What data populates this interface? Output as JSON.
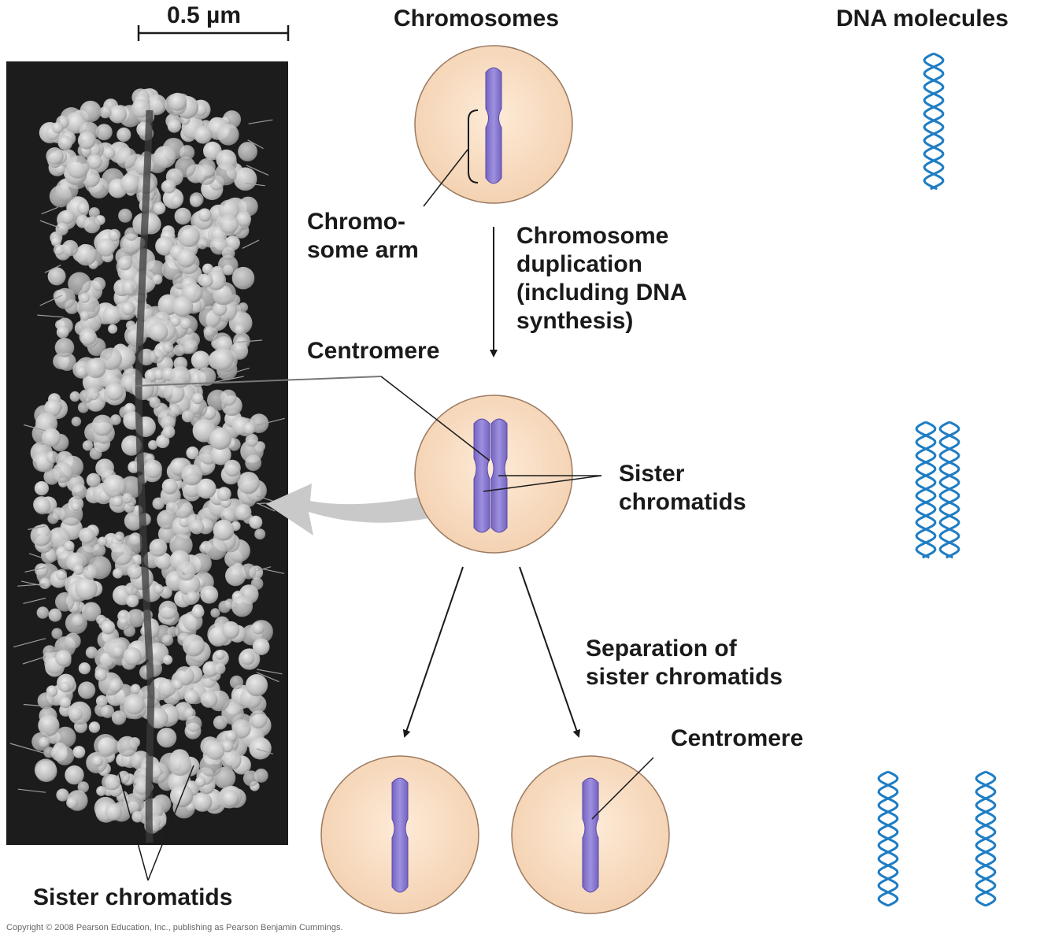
{
  "scale_bar": {
    "label": "0.5 µm"
  },
  "headers": {
    "chromosomes": "Chromosomes",
    "dna_molecules": "DNA molecules"
  },
  "labels": {
    "chromosome_arm": "Chromo-\nsome arm",
    "duplication": "Chromosome\nduplication\n(including DNA\nsynthesis)",
    "centromere_top": "Centromere",
    "sister_chromatids_mid": "Sister\nchromatids",
    "separation": "Separation of\nsister chromatids",
    "centromere_bottom": "Centromere",
    "sister_chromatids_micrograph": "Sister chromatids"
  },
  "copyright": "Copyright © 2008 Pearson Education, Inc., publishing as Pearson Benjamin Cummings.",
  "colors": {
    "cell_fill": "#f8dcc0",
    "cell_stroke": "#9a7a62",
    "chromosome": "#8878cc",
    "dna": "#1e7dc4",
    "micrograph_bg": "#1c1c1c",
    "micrograph_chromosome": "#c9c9c9",
    "big_arrow": "#c9c9c9"
  }
}
